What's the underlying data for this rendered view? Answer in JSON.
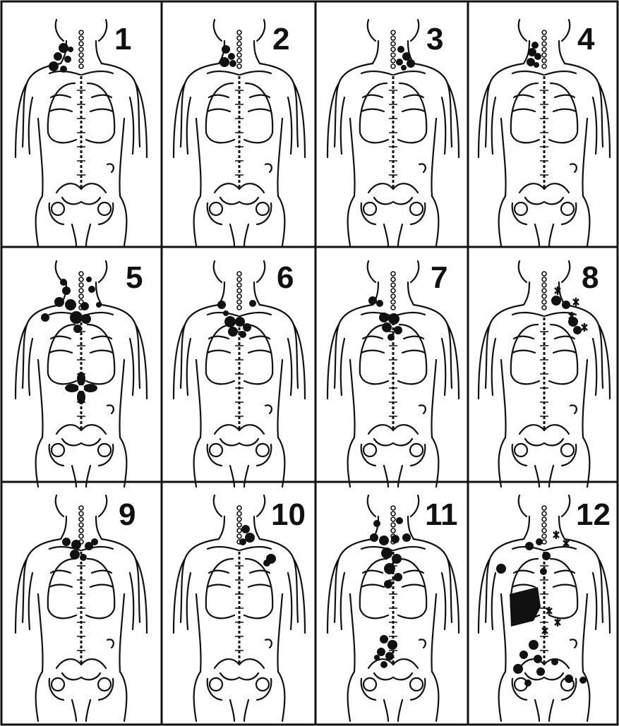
{
  "colors": {
    "ink": "#111111",
    "paper": "#ffffff"
  },
  "panels": [
    {
      "label": "1",
      "marks": "right-neck-and-supraclavicular-nodes"
    },
    {
      "label": "2",
      "marks": "right-neck-nodes"
    },
    {
      "label": "3",
      "marks": "left-neck-and-supraclavicular-nodes"
    },
    {
      "label": "4",
      "marks": "right-neck-cluster"
    },
    {
      "label": "5",
      "marks": "bilateral-neck-mediastinal-and-paraaortic-nodes"
    },
    {
      "label": "6",
      "marks": "bilateral-supraclavicular-and-mediastinal-nodes"
    },
    {
      "label": "7",
      "marks": "right-supraclavicular-and-mediastinal-nodes"
    },
    {
      "label": "8",
      "marks": "left-supraclavicular-and-axillary-nodes"
    },
    {
      "label": "9",
      "marks": "bilateral-supraclavicular-and-mediastinal-nodes"
    },
    {
      "label": "10",
      "marks": "left-neck-and-axillary-nodes"
    },
    {
      "label": "11",
      "marks": "neck-mediastinal-and-paraaortic-nodes"
    },
    {
      "label": "12",
      "marks": "widespread-nodes-with-spleen-involvement"
    }
  ]
}
